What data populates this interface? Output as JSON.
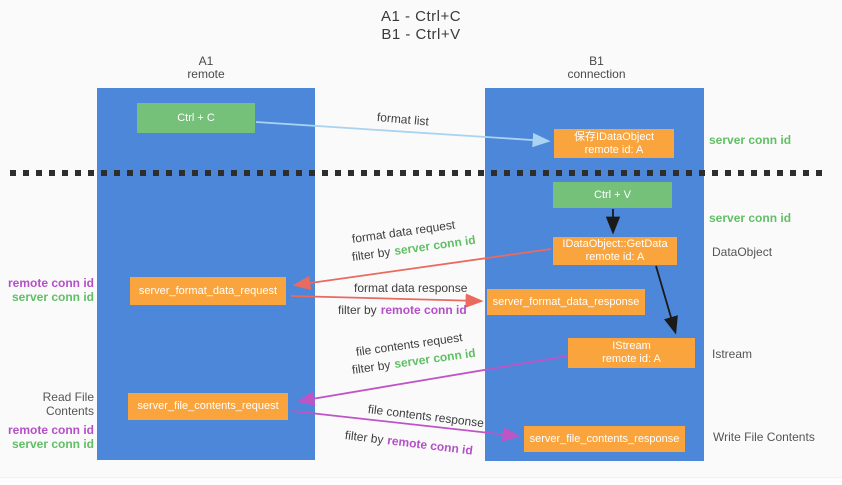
{
  "title": {
    "line1": "A1 - Ctrl+C",
    "line2": "B1 - Ctrl+V"
  },
  "lanes": {
    "a1": {
      "name": "A1",
      "role": "remote"
    },
    "b1": {
      "name": "B1",
      "role": "connection"
    }
  },
  "nodes": {
    "ctrl_c": {
      "label": "Ctrl + C"
    },
    "save_obj": {
      "line1": "保存IDataObject",
      "line2": "remote id: A"
    },
    "ctrl_v": {
      "label": "Ctrl + V"
    },
    "getdata": {
      "line1": "IDataObject::GetData",
      "line2": "remote id: A"
    },
    "fmt_req": {
      "label": "server_format_data_request"
    },
    "fmt_resp": {
      "label": "server_format_data_response"
    },
    "istream": {
      "line1": "IStream",
      "line2": "remote id: A"
    },
    "file_req": {
      "label": "server_file_contents_request"
    },
    "file_resp": {
      "label": "server_file_contents_response"
    }
  },
  "flow_labels": {
    "format_list": "format list",
    "format_data_request": "format data request",
    "format_data_response": "format data response",
    "file_contents_request": "file contents request",
    "file_contents_response": "file contents response",
    "filter_by": "filter by",
    "server_conn_id": "server conn id",
    "remote_conn_id": "remote conn id"
  },
  "side_labels": {
    "read_file_contents": "Read File Contents",
    "write_file_contents": "Write File Contents",
    "dataobject": "DataObject",
    "istream": "Istream",
    "server_conn_id": "server conn id",
    "remote_conn_id": "remote conn id"
  },
  "colors": {
    "background": "#fafafa",
    "lane_blue": "#4c87d9",
    "node_green": "#76c17a",
    "node_orange": "#f9a43d",
    "arrow_lightblue": "#a9d3f0",
    "arrow_red": "#e96a5f",
    "arrow_magenta": "#bf54c6",
    "arrow_black": "#1a1a1a",
    "text_green": "#61bf66",
    "text_purple": "#b44fc8",
    "divider_dark": "#2e2e2e"
  }
}
